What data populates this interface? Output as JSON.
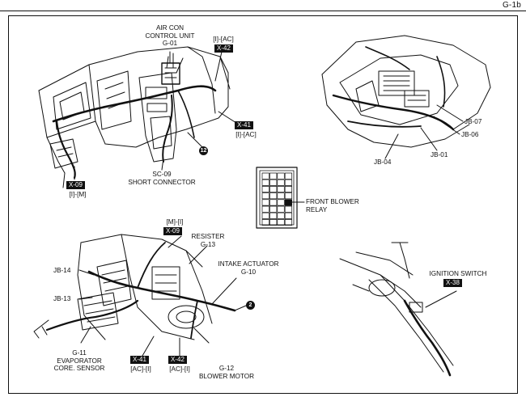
{
  "page": {
    "code": "G-1b"
  },
  "panels": {
    "dashboard": {
      "aircon_unit": {
        "line1": "AIR CON",
        "line2": "CONTROL UNIT",
        "id": "G-01"
      },
      "connector_x42_top": {
        "id": "X-42",
        "mode": "[I]-[AC]"
      },
      "connector_x41": {
        "id": "X-41",
        "mode": "[I]-[AC]"
      },
      "connector_x09": {
        "id": "X-09",
        "mode": "[I]-[M]"
      },
      "short_connector": {
        "id": "SC-09",
        "name": "SHORT CONNECTOR"
      },
      "ground_marker": "12"
    },
    "junction_box": {
      "labels": [
        "JB-07",
        "JB-06",
        "JB-01",
        "JB-04"
      ]
    },
    "relay": {
      "line1": "FRONT BLOWER",
      "line2": "RELAY"
    },
    "blower_area": {
      "connector_x09": {
        "mode": "[M]-[I]",
        "id": "X-09"
      },
      "resister": {
        "name": "RESISTER",
        "id": "G-13"
      },
      "intake_actuator": {
        "name": "INTAKE ACTUATOR",
        "id": "G-10"
      },
      "jb14": "JB-14",
      "jb13": "JB-13",
      "evap_sensor": {
        "id": "G-11",
        "line1": "EVAPORATOR",
        "line2": "CORE. SENSOR"
      },
      "connector_x41": {
        "id": "X-41",
        "mode": "[AC]-[I]"
      },
      "connector_x42": {
        "id": "X-42",
        "mode": "[AC]-[I]"
      },
      "blower_motor": {
        "id": "G-12",
        "name": "BLOWER MOTOR"
      },
      "ground_marker": "2"
    },
    "ignition": {
      "name": "IGNITION SWITCH",
      "connector_id": "X-38"
    }
  }
}
